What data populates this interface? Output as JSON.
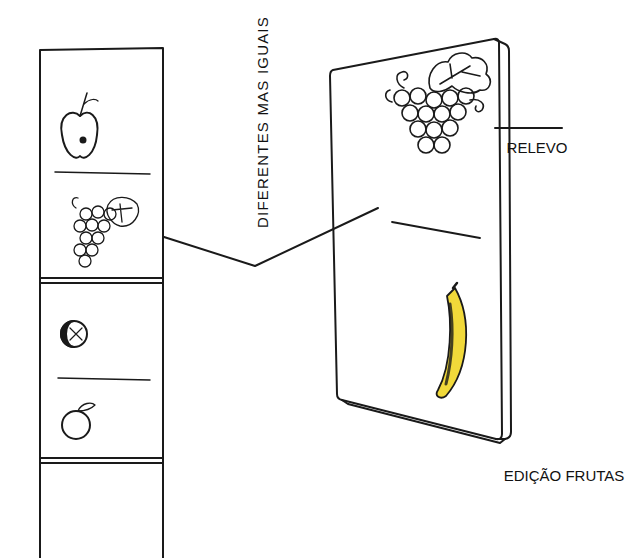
{
  "diagram": {
    "labels": [
      "DIFERENTES MAS IGUAIS",
      "RELEVO",
      "EDIÇÃO FRUTAS"
    ]
  }
}
